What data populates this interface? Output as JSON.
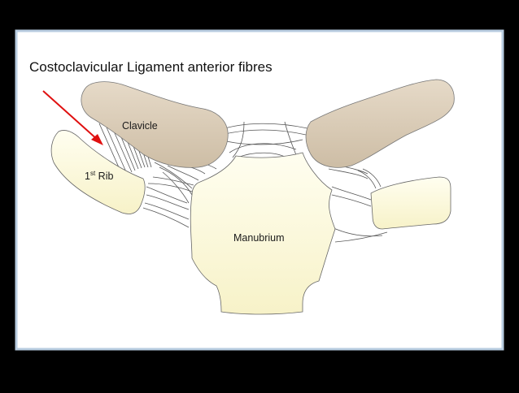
{
  "title": "Costoclavicular Ligament anterior fibres",
  "labels": {
    "clavicle": "Clavicle",
    "rib_number": "1",
    "rib_suffix": "st",
    "rib_word": "Rib",
    "manubrium": "Manubrium"
  },
  "colors": {
    "background": "#000000",
    "panel": "#ffffff",
    "panel_border": "#b8cce0",
    "bone_clavicle": "#d6c8b2",
    "bone_cartilage": "#fbf8d6",
    "arrow": "#e01010",
    "ligament_line": "#555555"
  },
  "icons": {
    "pointer": "red-arrow-icon"
  }
}
